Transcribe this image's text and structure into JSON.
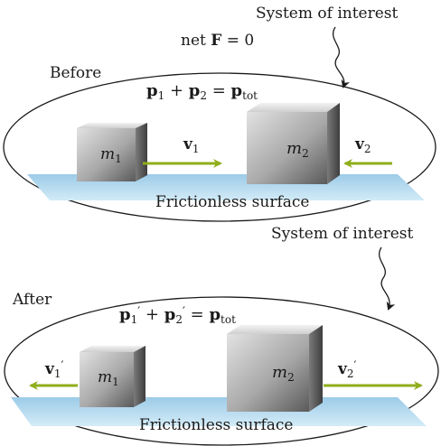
{
  "top_panel": {
    "system_label": "System of interest",
    "net_force": {
      "prefix": "net ",
      "bold": "F",
      "suffix": " = 0"
    },
    "phase_label": "Before",
    "equation": {
      "p1": "p",
      "s1": "1",
      "plus": " + ",
      "p2": "p",
      "s2": "2",
      "eq": " = ",
      "pt": "p",
      "st": "tot"
    },
    "block1": {
      "m": "m",
      "sub": "1"
    },
    "block2": {
      "m": "m",
      "sub": "2"
    },
    "v1": {
      "v": "v",
      "sub": "1"
    },
    "v2": {
      "v": "v",
      "sub": "2"
    },
    "surface_label": "Frictionless surface"
  },
  "bottom_panel": {
    "system_label": "System of interest",
    "phase_label": "After",
    "equation": {
      "p1": "p",
      "s1": "1",
      "plus": " + ",
      "p2": "p",
      "s2": "2",
      "eq": " = ",
      "pt": "p",
      "st": "tot",
      "prime": "′"
    },
    "block1": {
      "m": "m",
      "sub": "1"
    },
    "block2": {
      "m": "m",
      "sub": "2"
    },
    "v1": {
      "v": "v",
      "sub": "1",
      "prime": "′"
    },
    "v2": {
      "v": "v",
      "sub": "2",
      "prime": "′"
    },
    "surface_label": "Frictionless surface"
  },
  "colors": {
    "arrow": "#8fae1b",
    "surface": "#a9d3ec",
    "block_light": "#d9d9d9",
    "block_dark": "#6a6a6a"
  }
}
